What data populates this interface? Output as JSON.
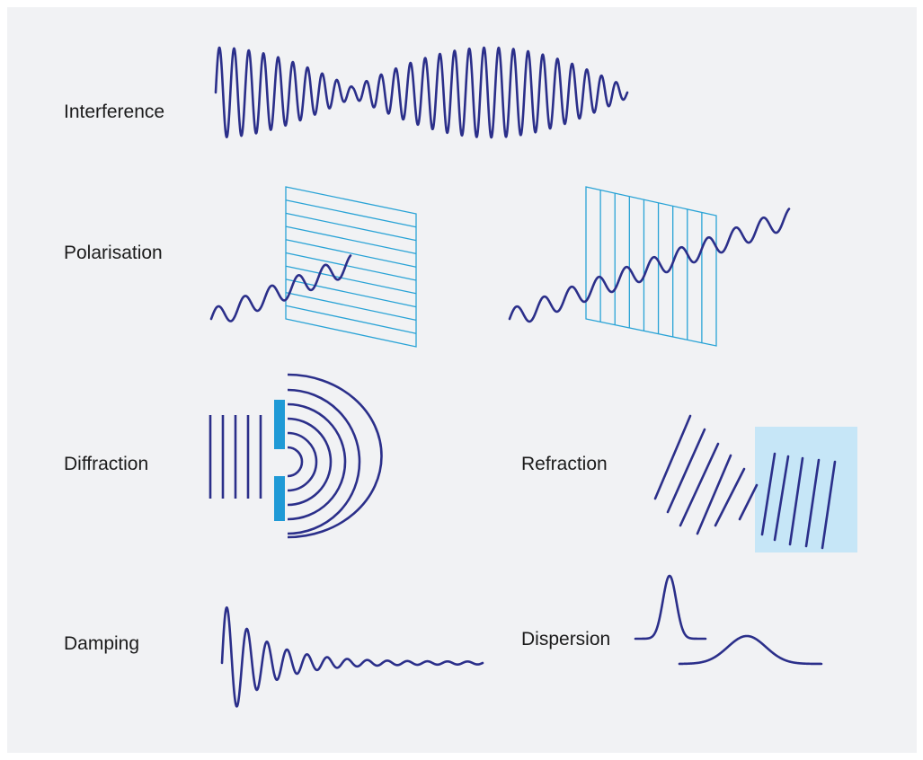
{
  "labels": {
    "interference": "Interference",
    "polarisation": "Polarisation",
    "diffraction": "Diffraction",
    "refraction": "Refraction",
    "damping": "Damping",
    "dispersion": "Dispersion"
  },
  "colors": {
    "panel_background": "#f1f2f4",
    "wave_stroke": "#2b2f8a",
    "grating_stroke": "#29a3d6",
    "slit_fill": "#1f9ad6",
    "refraction_medium": "#c6e6f7"
  }
}
